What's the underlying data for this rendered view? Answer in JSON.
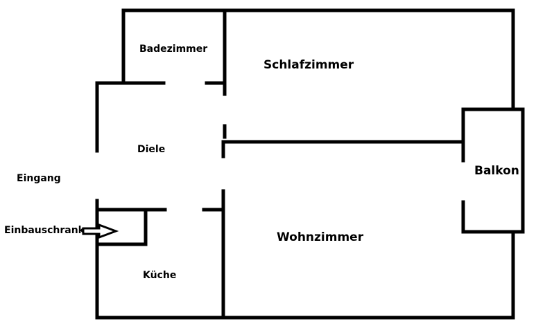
{
  "floor_plan": {
    "rooms": {
      "bathroom": "Badezimmer",
      "bedroom": "Schlafzimmer",
      "hallway": "Diele",
      "balcony": "Balkon",
      "living_room": "Wohnzimmer",
      "kitchen": "Küche"
    },
    "entrance": "Eingang",
    "built_in_closet": "Einbauschrank",
    "colors": {
      "walls": "#000000",
      "background": "#ffffff"
    }
  }
}
